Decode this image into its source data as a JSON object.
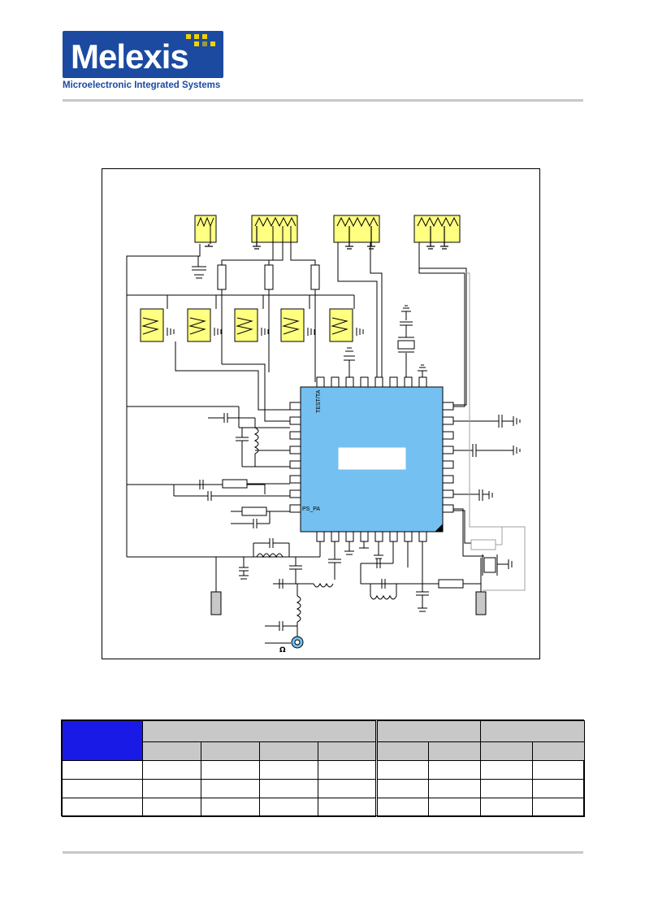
{
  "header": {
    "logo_text": "Melexis",
    "logo_tagline": "Microelectronic Integrated Systems",
    "colors": {
      "logo_blue": "#1b4aa0",
      "logo_yellow": "#f2d100",
      "rule_gray": "#c8c8c8"
    }
  },
  "schematic": {
    "pin_label_top": "TEST/TA",
    "pin_label_left": "PS_PA",
    "omega_label": "Ω",
    "colors": {
      "ic_body": "#74c0f0",
      "connector": "#ffff80",
      "resistor_fill": "#ffffff"
    }
  },
  "table": {
    "colors": {
      "header_gray": "#c8c8c8",
      "corner_blue": "#1a1ae6"
    },
    "rows": [
      [
        "",
        "",
        "",
        "",
        "",
        "",
        "",
        "",
        ""
      ],
      [
        "",
        "",
        "",
        "",
        "",
        "",
        "",
        "",
        ""
      ],
      [
        "",
        "",
        "",
        "",
        "",
        "",
        "",
        "",
        ""
      ]
    ]
  }
}
